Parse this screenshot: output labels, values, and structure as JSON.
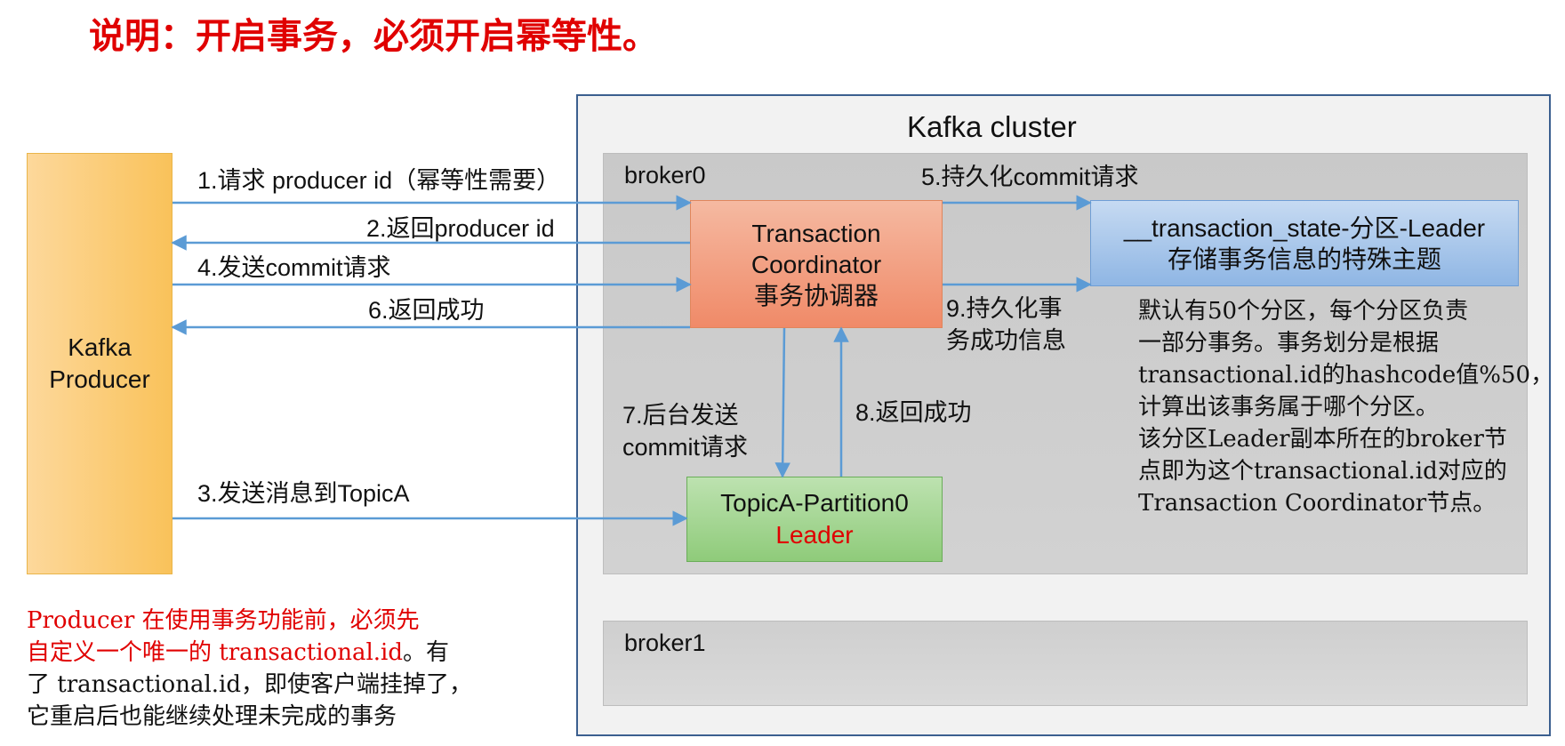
{
  "title": "说明：开启事务，必须开启幂等性。",
  "colors": {
    "title_red": "#e00000",
    "arrow_blue": "#5b9bd5",
    "producer_fill": "#f9c25a",
    "coordinator_fill": "#f08a68",
    "state_topic_fill": "#8fb6e4",
    "partition_fill": "#8fcb7a",
    "cluster_border": "#3b5f8f"
  },
  "cluster": {
    "title": "Kafka cluster",
    "broker0": {
      "label": "broker0"
    },
    "broker1": {
      "label": "broker1"
    }
  },
  "producer": {
    "line1": "Kafka",
    "line2": "Producer"
  },
  "coordinator": {
    "line1": "Transaction",
    "line2": "Coordinator",
    "line3": "事务协调器"
  },
  "state_topic": {
    "line1": "__transaction_state-分区-Leader",
    "line2": "存储事务信息的特殊主题"
  },
  "partition": {
    "line1": "TopicA-Partition0",
    "line2": "Leader"
  },
  "steps": {
    "s1": "1.请求 producer id（幂等性需要）",
    "s2": "2.返回producer id",
    "s3": "3.发送消息到TopicA",
    "s4": "4.发送commit请求",
    "s5": "5.持久化commit请求",
    "s6": "6.返回成功",
    "s7_line1": "7.后台发送",
    "s7_line2": "commit请求",
    "s8": "8.返回成功",
    "s9_line1": "9.持久化事",
    "s9_line2": "务成功信息"
  },
  "partition_note": [
    "默认有50个分区，每个分区负责",
    "一部分事务。事务划分是根据",
    "transactional.id的hashcode值%50，",
    "计算出该事务属于哪个分区。",
    "该分区Leader副本所在的broker节",
    "点即为这个transactional.id对应的",
    "Transaction Coordinator节点。"
  ],
  "producer_note": {
    "red_line1": "Producer 在使用事务功能前，必须先",
    "red_line2": "自定义一个唯一的 transactional.id",
    "black_line2_tail": "。有",
    "black_line3": "了 transactional.id，即使客户端挂掉了，",
    "black_line4": "它重启后也能继续处理未完成的事务"
  }
}
